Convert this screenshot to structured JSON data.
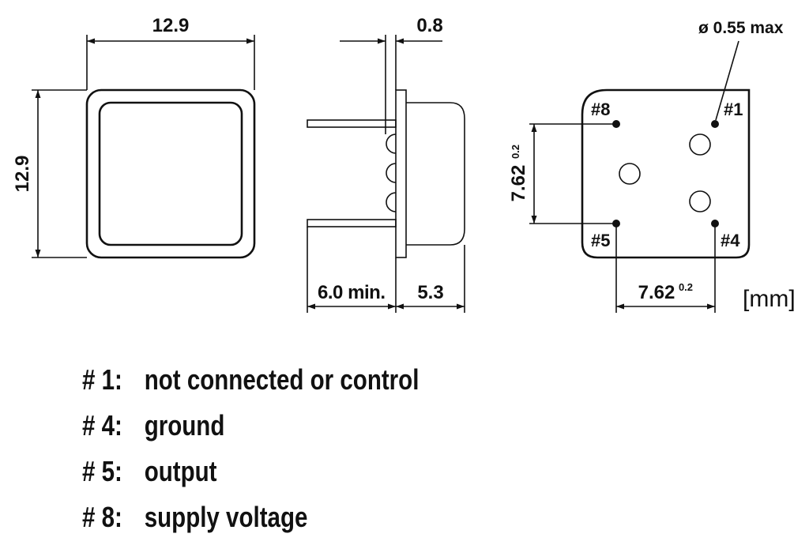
{
  "drawing": {
    "unit_label": "[mm]",
    "front_view": {
      "width_label": "12.9",
      "height_label": "12.9"
    },
    "side_view": {
      "flange_label": "0.8",
      "pin_length_label": "6.0 min.",
      "body_depth_label": "5.3"
    },
    "bottom_view": {
      "pin_diameter_label": "ø 0.55 max",
      "vertical_spacing_label": "7.62",
      "vertical_tolerance": "0.2",
      "horizontal_spacing_label": "7.62",
      "horizontal_tolerance": "0.2",
      "pins": [
        {
          "id": "#1"
        },
        {
          "id": "#4"
        },
        {
          "id": "#5"
        },
        {
          "id": "#8"
        }
      ]
    }
  },
  "pin_legend": [
    {
      "pin": "# 1:",
      "function": "not connected or control"
    },
    {
      "pin": "# 4:",
      "function": "ground"
    },
    {
      "pin": "# 5:",
      "function": "output"
    },
    {
      "pin": "# 8:",
      "function": "supply voltage"
    }
  ]
}
